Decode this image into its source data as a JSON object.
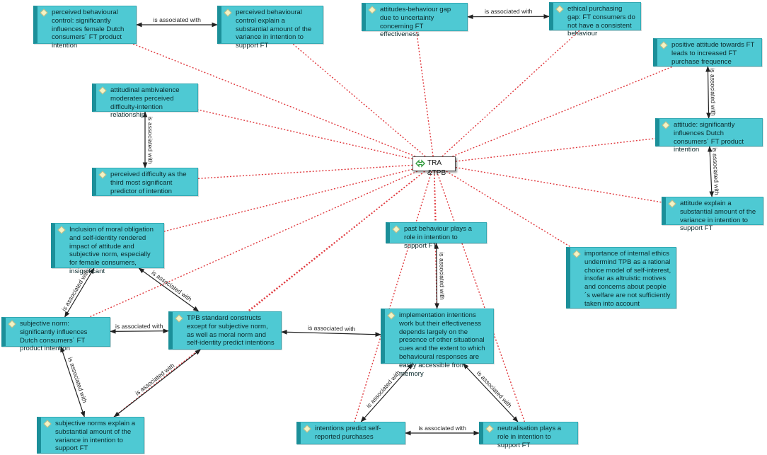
{
  "hub": {
    "label": "TRA &TPB",
    "icon": "concept-link-icon"
  },
  "colors": {
    "node_fill": "#4ec9d3",
    "node_border": "#1b8f99",
    "dotted_line": "#e0393e",
    "arrow_line": "#222222",
    "diamond": "#f4f3c4"
  },
  "nodes": {
    "pbc_female": {
      "label": "perceived behavioural control: significantly influences female Dutch consumers´ FT product intention"
    },
    "pbc_variance": {
      "label": "perceived behavioural control explain a substantial amount of the variance in intention to support FT"
    },
    "att_gap": {
      "label": "attitudes-behaviour gap due to uncertainty concerning FT effectiveness"
    },
    "ethical_gap": {
      "label": "ethical purchasing gap: FT consumers do not have a consistent behaviour"
    },
    "positive_att": {
      "label": "positive attitude towards FT leads to increased FT purchase frequence"
    },
    "ambivalence": {
      "label": "attitudinal ambivalence moderates perceived difficulty-intention relationship"
    },
    "difficulty": {
      "label": "perceived difficulty as the third most significant predictor of intention"
    },
    "att_influences": {
      "label": "attitude: significantly influences Dutch consumers´ FT product intention"
    },
    "att_variance": {
      "label": "attitude explain a substantial amount of the variance in intention to support FT"
    },
    "moral": {
      "label": "Inclusion of moral obligation and self-identity rendered impact of attitude and subjective norm, especially for female consumers, insignificant"
    },
    "past_behaviour": {
      "label": "past behaviour plays a role in intention to support FT"
    },
    "ethics": {
      "label": "importance of internal ethics undermind TPB as a rational choice model of self-interest, insofar as altruistic motives and concerns about people´s welfare are not sufficiently taken into account"
    },
    "sn_influences": {
      "label": "subjective norm: significantly influences Dutch consumers´ FT product intention"
    },
    "tpb_standard": {
      "label": "TPB standard constructs except for subjective norm, as well as moral norm and self-identity predict intentions"
    },
    "implementation": {
      "label": "implementation intentions work but their effectiveness depends largely on the presence of other situational cues and the extent to which behavioural responses are easily accessible from memory"
    },
    "sn_variance": {
      "label": "subjective norms explain a substantial amount of the variance in intention to support FT"
    },
    "self_reported": {
      "label": "intentions predict self-reported purchases"
    },
    "neutralisation": {
      "label": "neutralisation plays a role in intention to support FT"
    }
  },
  "relations": [
    {
      "from": "pbc_female",
      "to": "pbc_variance",
      "label": "is associated with"
    },
    {
      "from": "att_gap",
      "to": "ethical_gap",
      "label": "is associated with"
    },
    {
      "from": "positive_att",
      "to": "att_influences",
      "label": "is associated with"
    },
    {
      "from": "att_influences",
      "to": "att_variance",
      "label": "is associated with"
    },
    {
      "from": "ambivalence",
      "to": "difficulty",
      "label": "is associated with"
    },
    {
      "from": "sn_influences",
      "to": "moral",
      "label": "is associated with"
    },
    {
      "from": "moral",
      "to": "tpb_standard",
      "label": "is associated with"
    },
    {
      "from": "sn_influences",
      "to": "tpb_standard",
      "label": "is associated with"
    },
    {
      "from": "sn_influences",
      "to": "sn_variance",
      "label": "is associated with"
    },
    {
      "from": "tpb_standard",
      "to": "sn_variance",
      "label": "is associated with"
    },
    {
      "from": "tpb_standard",
      "to": "implementation",
      "label": "is associated with"
    },
    {
      "from": "past_behaviour",
      "to": "implementation",
      "label": "is associated with"
    },
    {
      "from": "implementation",
      "to": "self_reported",
      "label": "is associated with"
    },
    {
      "from": "implementation",
      "to": "neutralisation",
      "label": "is associated with"
    },
    {
      "from": "self_reported",
      "to": "neutralisation",
      "label": "is associated with"
    }
  ]
}
